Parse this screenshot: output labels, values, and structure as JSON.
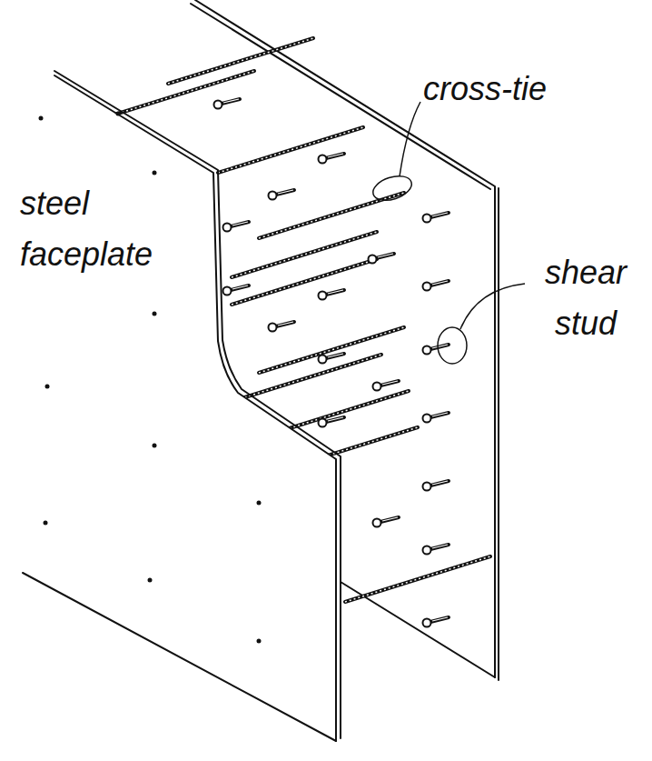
{
  "diagram": {
    "labels": [
      "steel faceplate",
      "cross-tie",
      "shear stud"
    ]
  }
}
